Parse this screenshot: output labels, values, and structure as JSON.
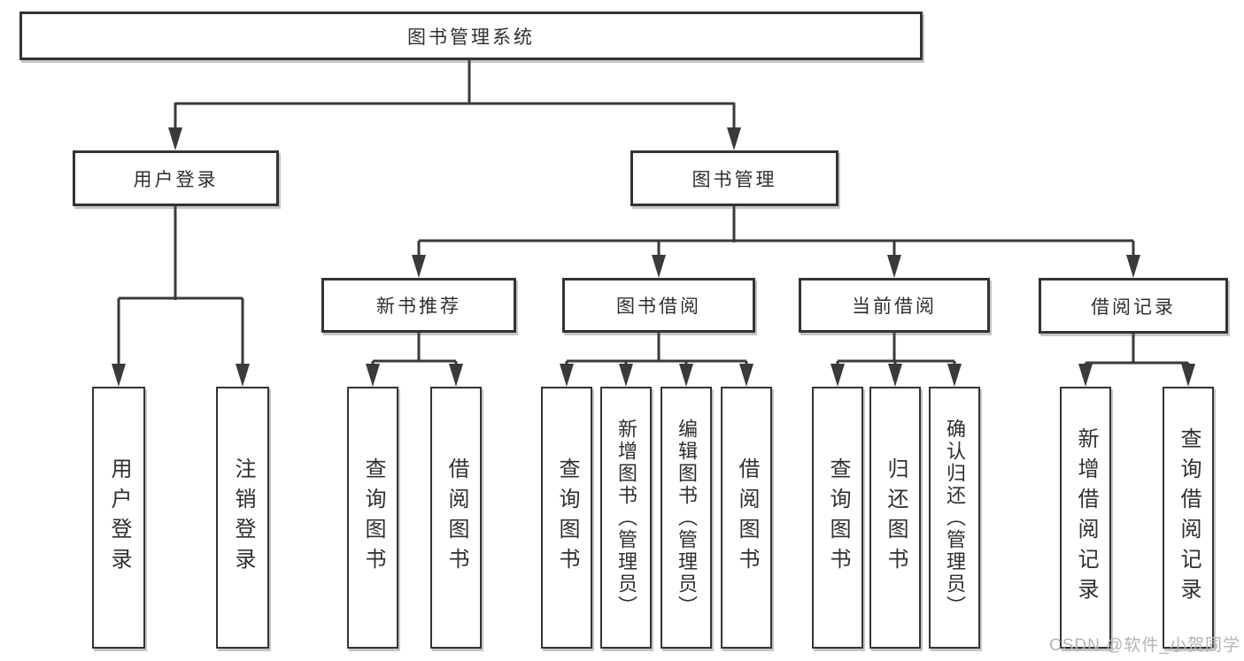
{
  "diagram_title": "图书管理系统",
  "tree": {
    "root": {
      "label": "图书管理系统"
    },
    "level2": [
      {
        "id": "user-login",
        "label": "用户登录"
      },
      {
        "id": "book-management",
        "label": "图书管理"
      }
    ],
    "level3": [
      {
        "id": "new-book-recommend",
        "label": "新书推荐",
        "parent": "图书管理"
      },
      {
        "id": "book-borrow",
        "label": "图书借阅",
        "parent": "图书管理"
      },
      {
        "id": "current-borrow",
        "label": "当前借阅",
        "parent": "图书管理"
      },
      {
        "id": "borrow-records",
        "label": "借阅记录",
        "parent": "图书管理"
      }
    ],
    "leaves": [
      {
        "id": "leaf-user-login",
        "label": "用户登录",
        "parent": "用户登录"
      },
      {
        "id": "leaf-logout",
        "label": "注销登录",
        "parent": "用户登录"
      },
      {
        "id": "leaf-nr-query",
        "label": "查询图书",
        "parent": "新书推荐"
      },
      {
        "id": "leaf-nr-borrow",
        "label": "借阅图书",
        "parent": "新书推荐"
      },
      {
        "id": "leaf-bb-query",
        "label": "查询图书",
        "parent": "图书借阅"
      },
      {
        "id": "leaf-bb-add",
        "label": "新增图书（管理员）",
        "parent": "图书借阅"
      },
      {
        "id": "leaf-bb-edit",
        "label": "编辑图书（管理员）",
        "parent": "图书借阅"
      },
      {
        "id": "leaf-bb-borrow",
        "label": "借阅图书",
        "parent": "图书借阅"
      },
      {
        "id": "leaf-cb-query",
        "label": "查询图书",
        "parent": "当前借阅"
      },
      {
        "id": "leaf-cb-return",
        "label": "归还图书",
        "parent": "当前借阅"
      },
      {
        "id": "leaf-cb-confirm",
        "label": "确认归还（管理员）",
        "parent": "当前借阅"
      },
      {
        "id": "leaf-br-add",
        "label": "新增借阅记录",
        "parent": "借阅记录"
      },
      {
        "id": "leaf-br-query",
        "label": "查询借阅记录",
        "parent": "借阅记录"
      }
    ]
  },
  "watermark": "CSDN @软件_小贺同学",
  "colors": {
    "line": "#3a3a3a",
    "box_border": "#333333",
    "text": "#2f2f2f",
    "watermark": "#b4b4b4",
    "background": "#ffffff"
  }
}
